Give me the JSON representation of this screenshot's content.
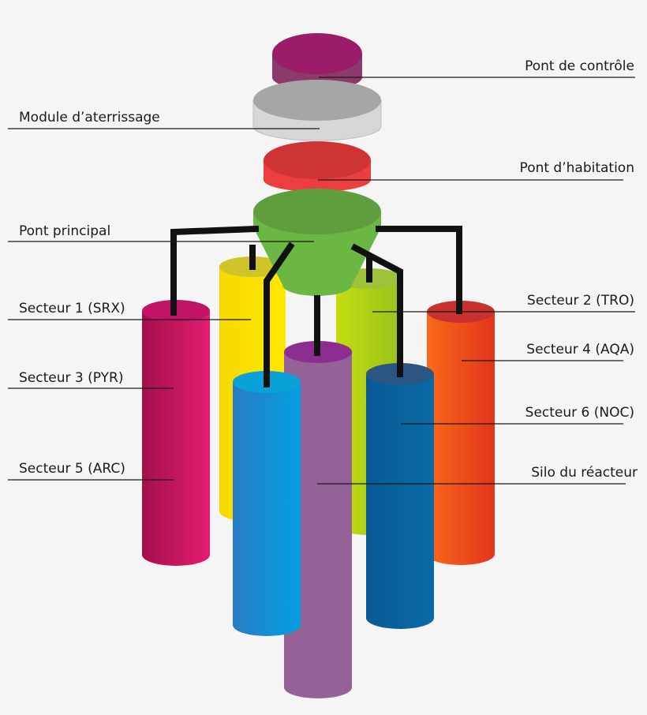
{
  "labels": {
    "pont_controle": "Pont de contrôle",
    "module_aterrissage": "Module d’aterrissage",
    "pont_habitation": "Pont d’habitation",
    "pont_principal": "Pont principal",
    "secteur_1": "Secteur 1 (SRX)",
    "secteur_2": "Secteur 2 (TRO)",
    "secteur_3": "Secteur 3 (PYR)",
    "secteur_4": "Secteur 4 (AQA)",
    "secteur_5": "Secteur 5 (ARC)",
    "secteur_6": "Secteur 6 (NOC)",
    "silo": "Silo du réacteur"
  },
  "colors": {
    "pont_controle": "#9b1d6a",
    "module_aterrissage": "#a6a6a6",
    "pont_habitation": "#e23a3a",
    "pont_principal": "#6ab744",
    "secteur_1": "#c8185e",
    "secteur_2": "#ee5a12",
    "secteur_3": "#ffe000",
    "secteur_4": "#b5d20e",
    "secteur_5": "#1e8fd6",
    "secteur_6": "#0a5a96",
    "silo": "#946297"
  }
}
